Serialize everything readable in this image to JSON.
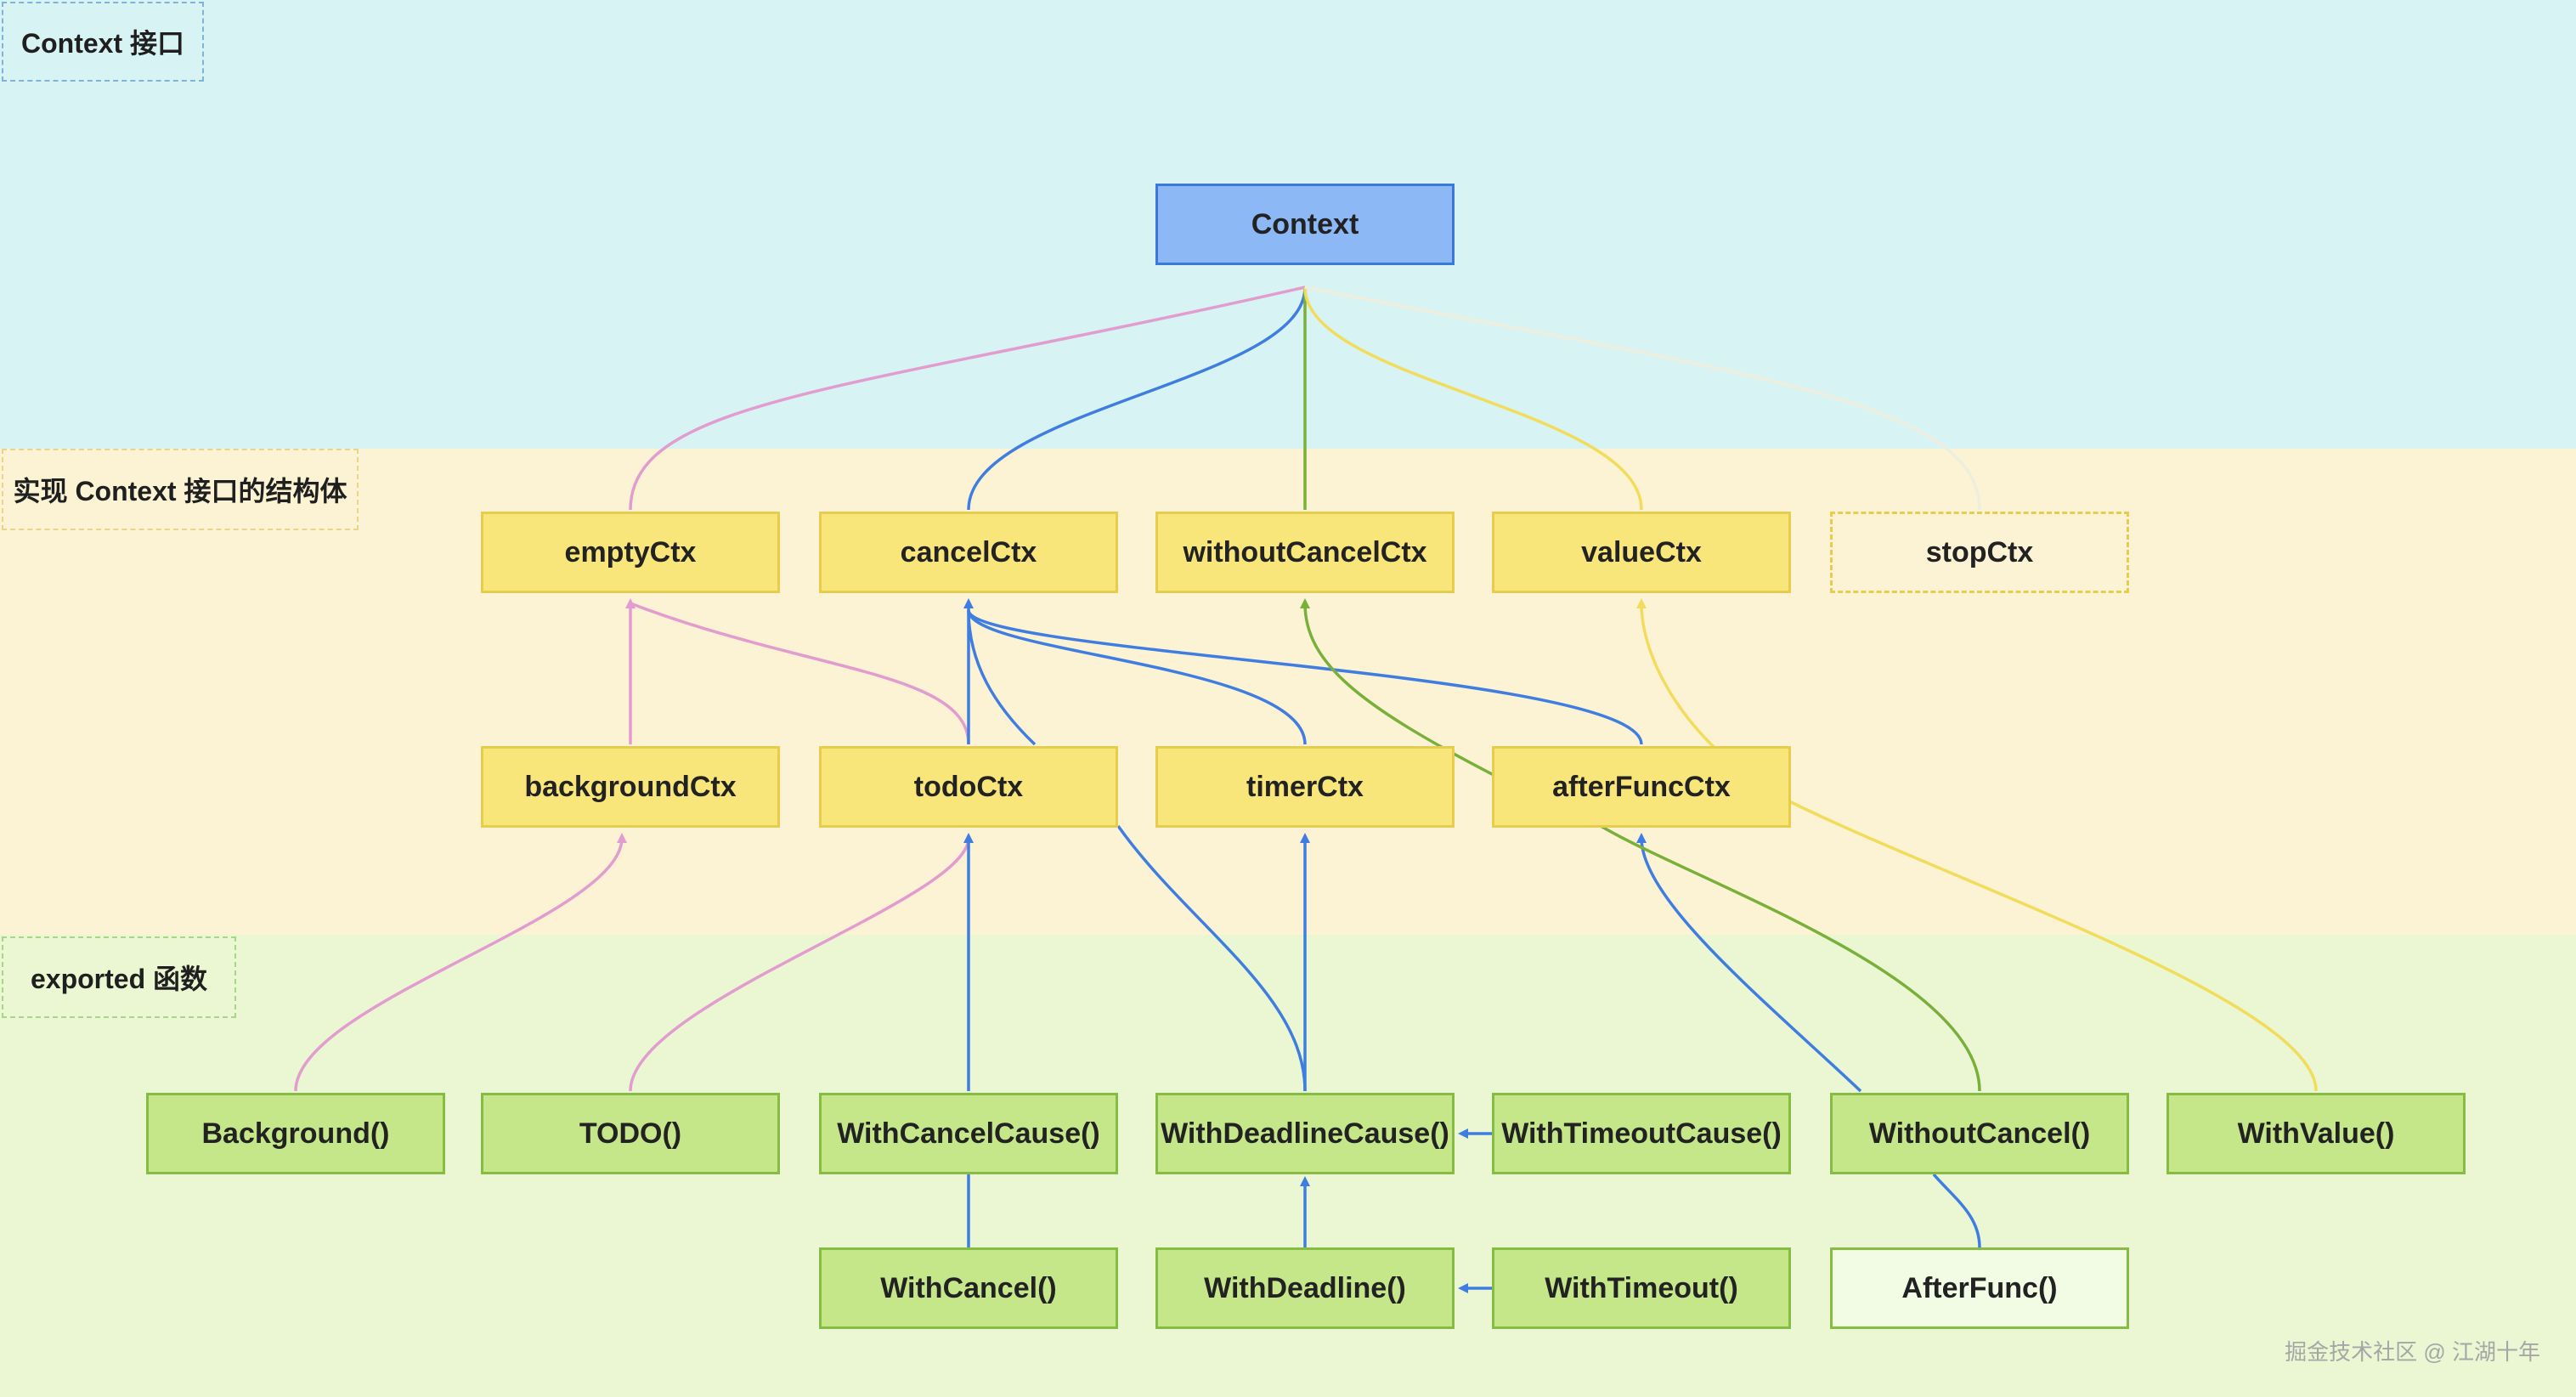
{
  "sections": {
    "interface": "Context 接口",
    "structs": "实现 Context 接口的结构体",
    "exported": "exported 函数"
  },
  "nodes": {
    "context": "Context",
    "emptyCtx": "emptyCtx",
    "cancelCtx": "cancelCtx",
    "withoutCancelCtx": "withoutCancelCtx",
    "valueCtx": "valueCtx",
    "stopCtx": "stopCtx",
    "backgroundCtx": "backgroundCtx",
    "todoCtx": "todoCtx",
    "timerCtx": "timerCtx",
    "afterFuncCtx": "afterFuncCtx",
    "Background": "Background()",
    "TODO": "TODO()",
    "WithCancelCause": "WithCancelCause()",
    "WithDeadlineCause": "WithDeadlineCause()",
    "WithTimeoutCause": "WithTimeoutCause()",
    "WithoutCancel": "WithoutCancel()",
    "WithValue": "WithValue()",
    "WithCancel": "WithCancel()",
    "WithDeadline": "WithDeadline()",
    "WithTimeout": "WithTimeout()",
    "AfterFunc": "AfterFunc()"
  },
  "colors": {
    "pink": "#e29ccf",
    "blue": "#3f7ee0",
    "green": "#79b03a",
    "yellow": "#f2dc5c",
    "faint": "#eeeede"
  },
  "watermark": "掘金技术社区 @ 江湖十年"
}
